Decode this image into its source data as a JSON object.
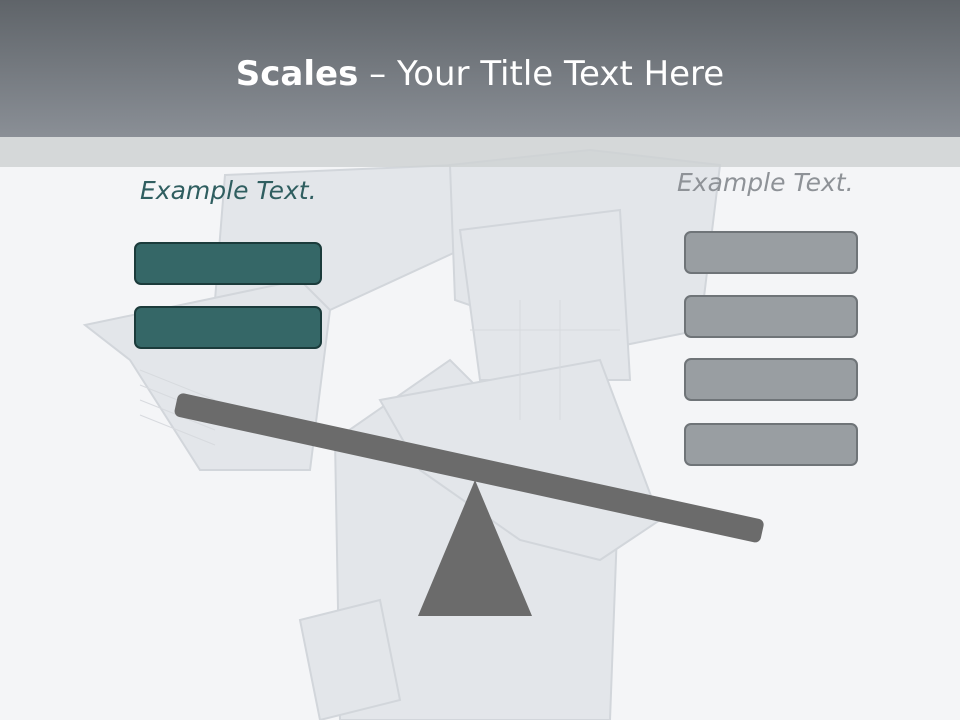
{
  "slide": {
    "title_bold": "Scales",
    "title_rest": " – Your Title Text Here",
    "left_label": "Example Text.",
    "right_label": "Example Text."
  },
  "left_items": 2,
  "right_items": 4,
  "colors": {
    "header": "#6a6f75",
    "teal": "#356767",
    "gray_box": "#999ea2",
    "beam": "#6b6b6b",
    "left_label": "#2f5e60",
    "right_label": "#8e9297"
  }
}
